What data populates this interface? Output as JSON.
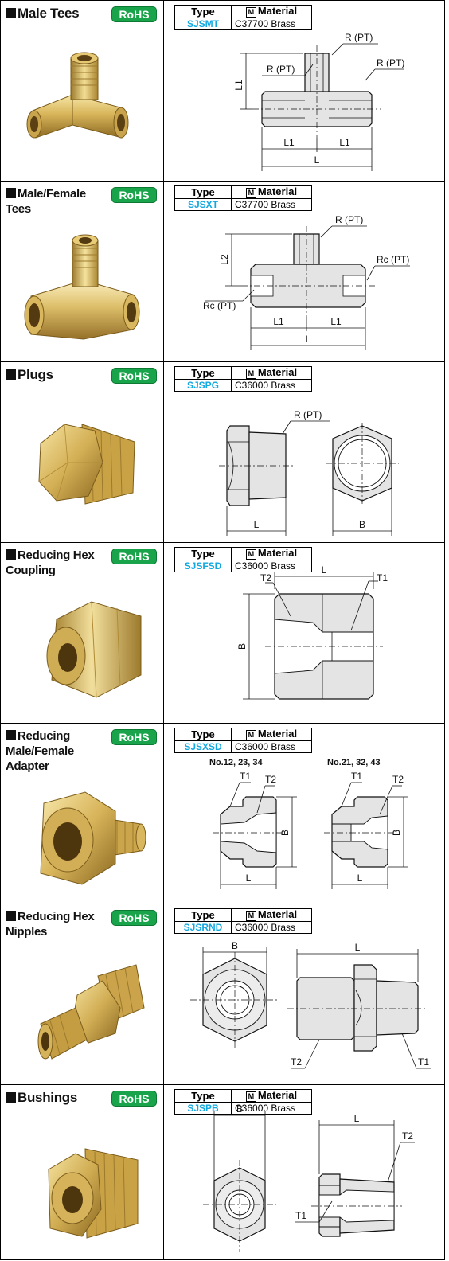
{
  "spec_header": {
    "type": "Type",
    "material_icon": "M",
    "material": "Material"
  },
  "products": [
    {
      "title": "Male Tees",
      "rohs": "RoHS",
      "type_code": "SJSMT",
      "material": "C37700 Brass",
      "labels": {
        "r1": "R (PT)",
        "r2": "R (PT)",
        "r3": "R (PT)",
        "l1v": "L1",
        "l1a": "L1",
        "l1b": "L1",
        "l": "L"
      }
    },
    {
      "title": "Male/Female Tees",
      "rohs": "RoHS",
      "type_code": "SJSXT",
      "material": "C37700 Brass",
      "labels": {
        "r": "R (PT)",
        "rc1": "Rc (PT)",
        "rc2": "Rc (PT)",
        "l2": "L2",
        "l1a": "L1",
        "l1b": "L1",
        "l": "L"
      }
    },
    {
      "title": "Plugs",
      "rohs": "RoHS",
      "type_code": "SJSPG",
      "material": "C36000 Brass",
      "labels": {
        "r": "R (PT)",
        "l": "L",
        "b": "B"
      }
    },
    {
      "title": "Reducing Hex Coupling",
      "rohs": "RoHS",
      "type_code": "SJSFSD",
      "material": "C36000 Brass",
      "labels": {
        "t2": "T2",
        "t1": "T1",
        "l": "L",
        "b": "B"
      }
    },
    {
      "title": "Reducing Male/Female Adapter",
      "rohs": "RoHS",
      "type_code": "SJSXSD",
      "material": "C36000 Brass",
      "labels": {
        "no_a": "No.12, 23, 34",
        "no_b": "No.21, 32, 43",
        "t1a": "T1",
        "t2a": "T2",
        "t1b": "T1",
        "t2b": "T2",
        "ba": "B",
        "bb": "B",
        "la": "L",
        "lb": "L"
      }
    },
    {
      "title": "Reducing Hex Nipples",
      "rohs": "RoHS",
      "type_code": "SJSRND",
      "material": "C36000 Brass",
      "labels": {
        "b": "B",
        "l": "L",
        "t2": "T2",
        "t1": "T1"
      }
    },
    {
      "title": "Bushings",
      "rohs": "RoHS",
      "type_code": "SJSPB",
      "material": "C36000 Brass",
      "labels": {
        "b": "B",
        "l": "L",
        "t2": "T2",
        "t1": "T1"
      }
    }
  ]
}
